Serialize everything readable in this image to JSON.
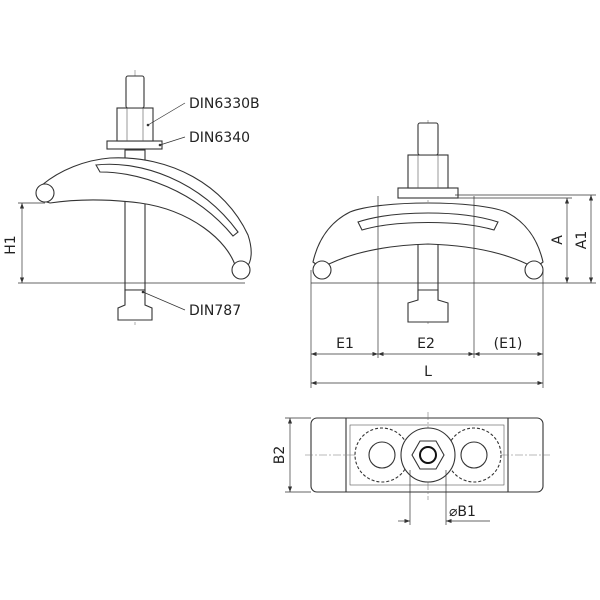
{
  "labels": {
    "din6330b": "DIN6330B",
    "din6340": "DIN6340",
    "din787": "DIN787",
    "h1": "H1",
    "a": "A",
    "a1": "A1",
    "e1": "E1",
    "e2": "E2",
    "e1_ref": "(E1)",
    "l": "L",
    "b2": "B2",
    "b1": "⌀B1"
  }
}
